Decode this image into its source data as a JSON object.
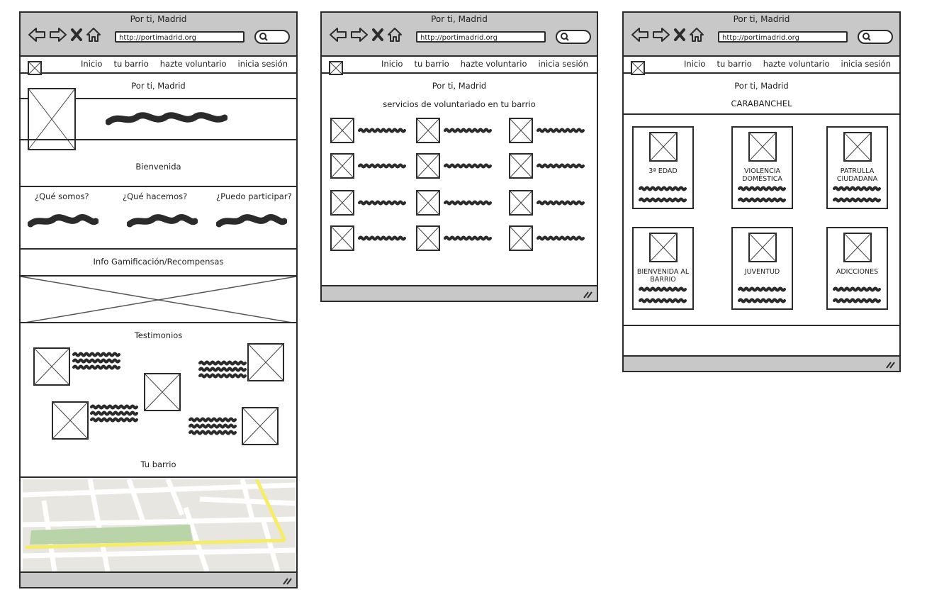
{
  "browser": {
    "title": "Por ti, Madrid",
    "url": "http://portimadrid.org"
  },
  "nav": {
    "items": [
      "Inicio",
      "tu barrio",
      "hazte voluntario",
      "inicia sesión"
    ]
  },
  "home": {
    "header_title": "Por ti, Madrid",
    "welcome": "Bienvenida",
    "sections": [
      "¿Qué somos?",
      "¿Qué hacemos?",
      "¿Puedo participar?"
    ],
    "gamification": "Info Gamificación/Recompensas",
    "testimonials": "Testimonios",
    "neighborhood": "Tu barrio"
  },
  "services": {
    "header_title": "Por ti, Madrid",
    "subtitle": "servicios de voluntariado en tu barrio"
  },
  "district": {
    "header_title": "Por ti, Madrid",
    "district_name": "CARABANCHEL",
    "cards": [
      {
        "title": "3ª EDAD"
      },
      {
        "title": "VIOLENCIA DOMÉSTICA"
      },
      {
        "title": "PATRULLA CIUDADANA"
      },
      {
        "title": "BIENVENIDA AL BARRIO"
      },
      {
        "title": "JUVENTUD"
      },
      {
        "title": "ADICCIONES"
      }
    ]
  },
  "colors": {
    "chrome": "#c8c8c8",
    "stroke": "#2b2b2b",
    "map_bg": "#e8e6e1",
    "map_park": "#b8d4a8",
    "map_road": "#f5ec6a"
  }
}
